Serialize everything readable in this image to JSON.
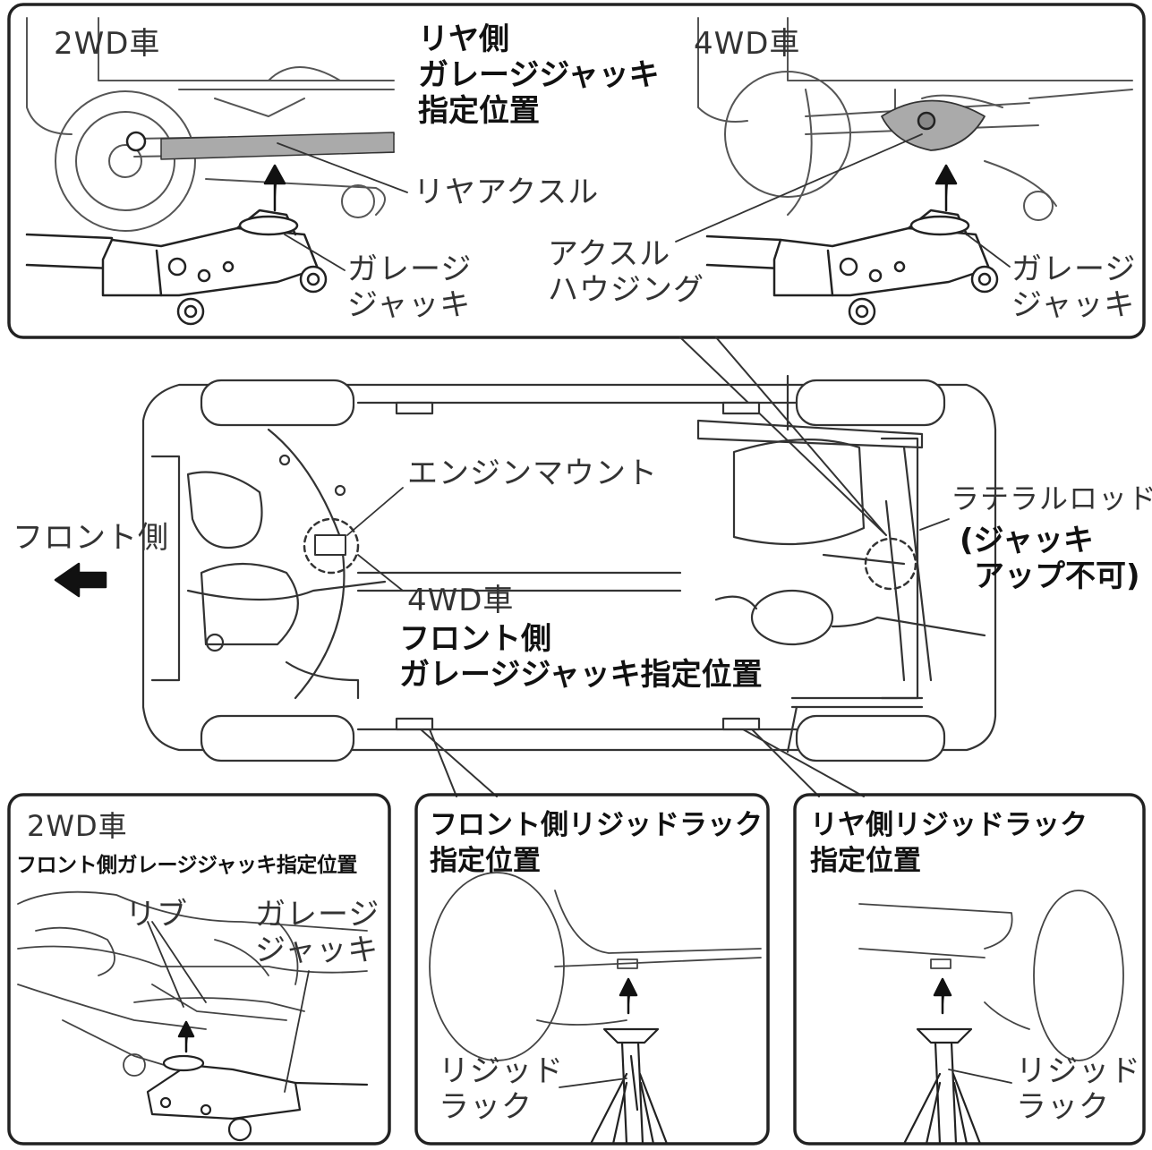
{
  "panels": {
    "rear_top": {
      "left_title": "2WD車",
      "heading": [
        "リヤ側",
        "ガレージジャッキ",
        "指定位置"
      ],
      "axle_label": "リヤアクスル",
      "jack_label_left": [
        "ガレージ",
        "ジャッキ"
      ],
      "right_title": "4WD車",
      "housing_label": [
        "アクスル",
        "ハウジング"
      ],
      "jack_label_right": [
        "ガレージ",
        "ジャッキ"
      ]
    },
    "center": {
      "front_label": "フロント側",
      "engine_mount_label": "エンジンマウント",
      "awd_label": "4WD車",
      "front_jack_heading": [
        "フロント側",
        "ガレージジャッキ指定位置"
      ],
      "lateral_rod_label": "ラテラルロッド",
      "lateral_rod_note": [
        "(ジャッキ",
        "アップ不可)"
      ]
    },
    "bottom_left": {
      "title": "2WD車",
      "heading": "フロント側ガレージジャッキ指定位置",
      "rib_label": "リブ",
      "jack_label": [
        "ガレージ",
        "ジャッキ"
      ]
    },
    "bottom_middle": {
      "heading": [
        "フロント側リジッドラック",
        "指定位置"
      ],
      "rack_label": [
        "リジッド",
        "ラック"
      ]
    },
    "bottom_right": {
      "heading": [
        "リヤ側リジッドラック",
        "指定位置"
      ],
      "rack_label": [
        "リジッド",
        "ラック"
      ]
    }
  },
  "colors": {
    "line": "#222222",
    "shade": "#aaaaaa",
    "paper": "#ffffff"
  }
}
